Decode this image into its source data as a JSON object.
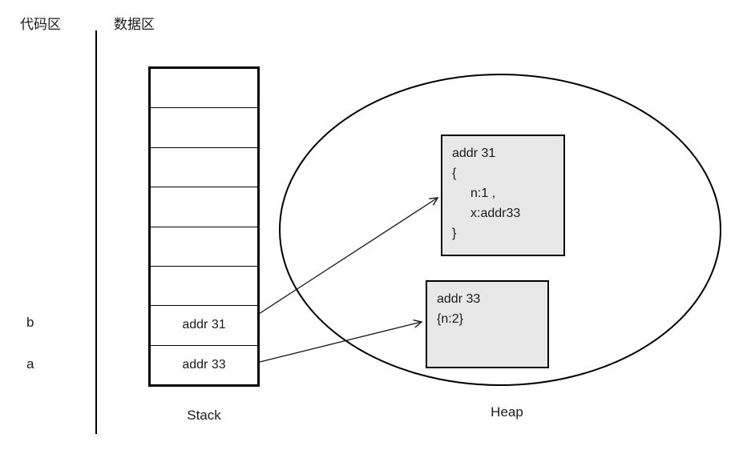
{
  "header": {
    "code_area_label": "代码区",
    "data_area_label": "数据区"
  },
  "stack": {
    "caption": "Stack",
    "cells": [
      "",
      "",
      "",
      "",
      "",
      "",
      "addr 31",
      "addr 33"
    ],
    "var_labels": {
      "b": "b",
      "a": "a"
    }
  },
  "heap": {
    "caption": "Heap",
    "objects": [
      {
        "id": "addr31",
        "lines": [
          "addr 31",
          "{",
          "n:1 ,",
          "x:addr33",
          "}"
        ]
      },
      {
        "id": "addr33",
        "lines": [
          "addr 33",
          "{n:2}"
        ]
      }
    ]
  },
  "colors": {
    "background": "#ffffff",
    "stroke": "#000000",
    "text": "#1a1a1a",
    "heap_object_fill": "#e8e8e8"
  }
}
